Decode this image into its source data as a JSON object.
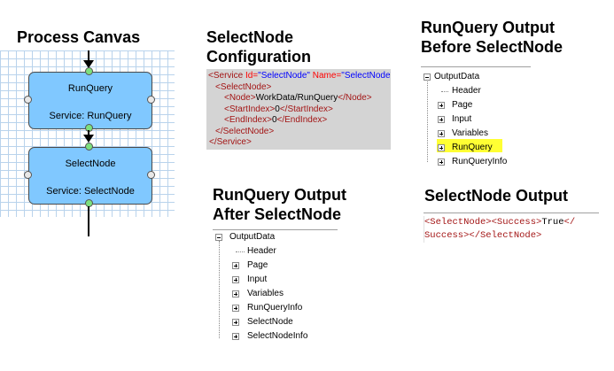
{
  "process_canvas": {
    "heading": "Process Canvas",
    "nodes": [
      {
        "title": "RunQuery",
        "service": "Service: RunQuery"
      },
      {
        "title": "SelectNode",
        "service": "Service: SelectNode"
      }
    ]
  },
  "config": {
    "heading_line1": "SelectNode",
    "heading_line2": "Configuration",
    "line1": {
      "open": "<Service ",
      "a1": "Id=",
      "v1": "\"SelectNode\"",
      "a2": " Name=",
      "v2": "\"SelectNode\""
    },
    "line2": "<SelectNode>",
    "line3": {
      "open": "<Node>",
      "text": "WorkData/RunQuery",
      "close": "</Node>"
    },
    "line4": {
      "open": "<StartIndex>",
      "text": "0",
      "close": "</StartIndex>"
    },
    "line5": {
      "open": "<EndIndex>",
      "text": "0",
      "close": "</EndIndex>"
    },
    "line6": "</SelectNode>",
    "line7": "</Service>"
  },
  "before": {
    "heading_line1": "RunQuery Output",
    "heading_line2": "Before SelectNode",
    "root": "OutputData",
    "items": [
      "Header",
      "Page",
      "Input",
      "Variables",
      "RunQuery",
      "RunQueryInfo"
    ]
  },
  "after": {
    "heading_line1": "RunQuery Output",
    "heading_line2": "After SelectNode",
    "root": "OutputData",
    "items": [
      "Header",
      "Page",
      "Input",
      "Variables",
      "RunQueryInfo",
      "SelectNode",
      "SelectNodeInfo"
    ]
  },
  "output": {
    "heading": "SelectNode Output",
    "line1": {
      "t1": "<SelectNode><Success>",
      "v": "True",
      "t2": "</"
    },
    "line2": "Success></SelectNode>"
  }
}
